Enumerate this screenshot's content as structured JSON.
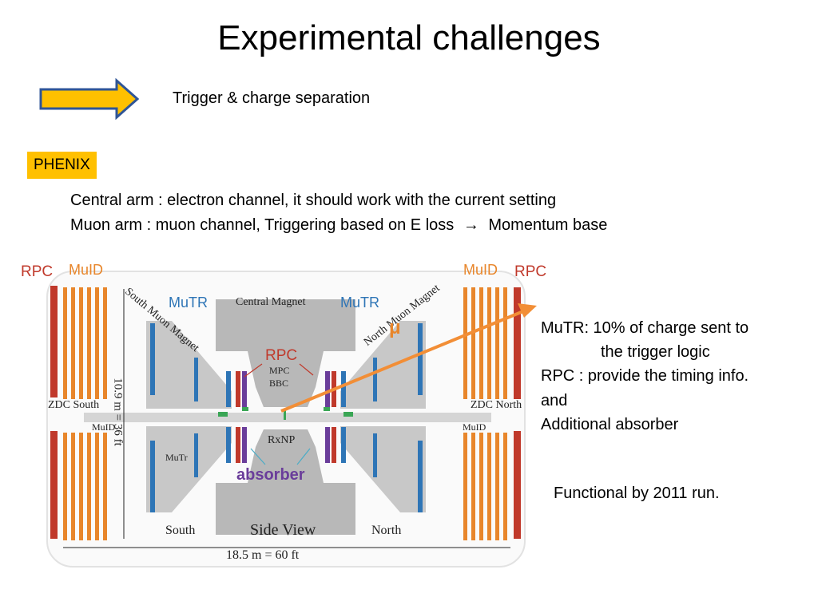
{
  "title": "Experimental challenges",
  "subtitle": "Trigger & charge separation",
  "tag": "PHENIX",
  "body": {
    "line1": "Central arm : electron channel, it should work with the current setting",
    "line2_a": "Muon arm : muon channel,  Triggering  based on E loss",
    "line2_arrow": "→",
    "line2_b": "Momentum base"
  },
  "right": {
    "mutr_a": "MuTR: 10% of charge sent to",
    "mutr_b": "the trigger logic",
    "rpc": "RPC : provide the timing info.",
    "and": "and",
    "absorber": "Additional absorber",
    "functional": "Functional by 2011 run."
  },
  "overlay": {
    "rpc_left": "RPC",
    "muid_left": "MuID",
    "muid_right": "MuID",
    "rpc_right": "RPC",
    "mutr_left": "MuTR",
    "mutr_right": "MuTR",
    "rpc_center": "RPC",
    "mu": "μ",
    "absorber": "absorber"
  },
  "diagram": {
    "south_muon_magnet": "South Muon Magnet",
    "north_muon_magnet": "North Muon Magnet",
    "central_magnet": "Central Magnet",
    "mpc": "MPC",
    "bbc": "BBC",
    "rxnp": "RxNP",
    "zdc_south": "ZDC South",
    "zdc_north": "ZDC North",
    "muid_s": "MuID",
    "muid_n": "MuID",
    "mutr_s": "MuTr",
    "south": "South",
    "north": "North",
    "side_view": "Side View",
    "height": "10.9 m = 36 ft",
    "width": "18.5 m =  60 ft"
  },
  "colors": {
    "arrow_fill": "#ffc000",
    "arrow_stroke": "#2f5597",
    "rpc_red": "#c0392b",
    "muid_orange": "#e8862b",
    "mutr_blue": "#2e75b6",
    "absorber_purple": "#6a3d9a"
  }
}
